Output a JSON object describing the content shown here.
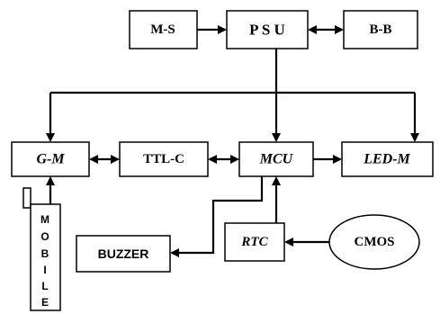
{
  "blocks": {
    "ms": "M-S",
    "psu": "P S U",
    "bb": "B-B",
    "gm": "G-M",
    "ttlc": "TTL-C",
    "mcu": "MCU",
    "ledm": "LED-M",
    "buzzer": "BUZZER",
    "rtc": "RTC",
    "cmos": "CMOS",
    "mobile_letters": [
      "M",
      "O",
      "B",
      "I",
      "L",
      "E"
    ]
  }
}
